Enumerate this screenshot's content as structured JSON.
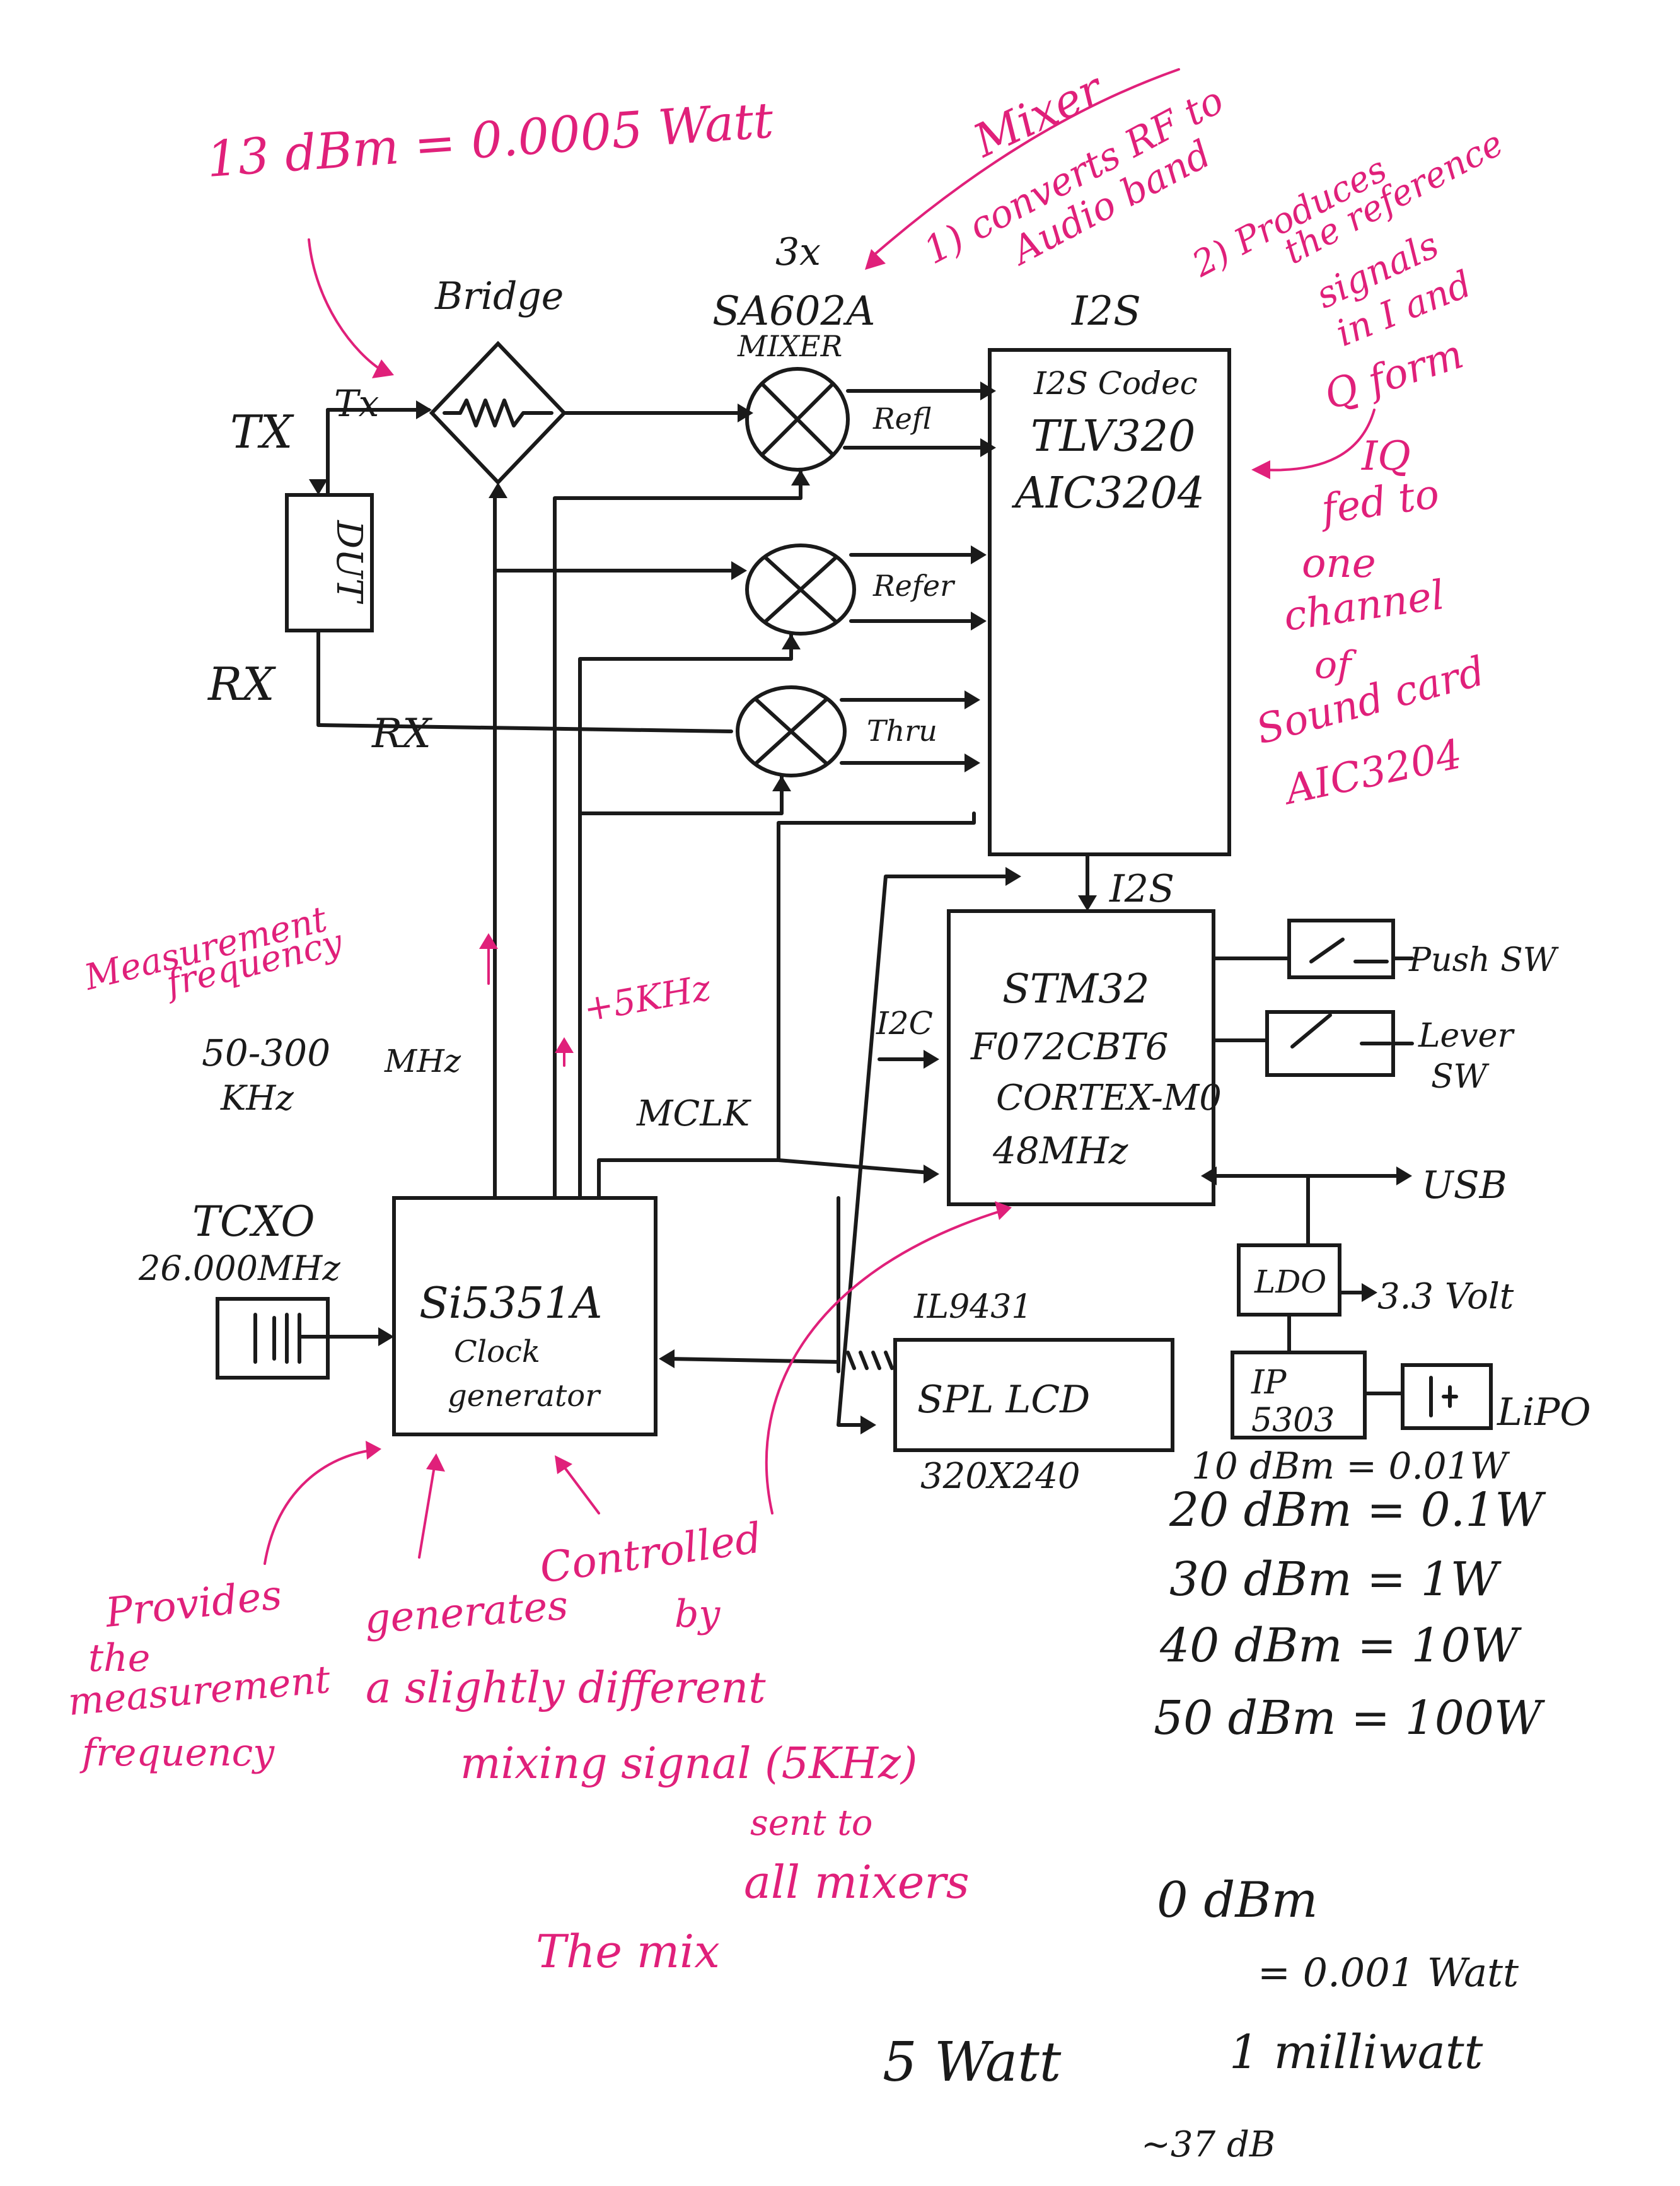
{
  "blocks": {
    "tx": "TX",
    "tx_line": "Tx",
    "rx": "RX",
    "rx_line": "RX",
    "dut": "DUT",
    "bridge": "Bridge",
    "mixer_count": "3x",
    "mixer_part": "SA602A",
    "mixer_word": "MIXER",
    "mixer_refl": "Refl",
    "mixer_refer": "Refer",
    "mixer_thru": "Thru",
    "i2s_top": "I2S",
    "codec_type": "I2S Codec",
    "codec_part1": "TLV320",
    "codec_part2": "AIC3204",
    "i2s_mid": "I2S",
    "mcu_line1": "STM32",
    "mcu_line2": "F072CBT6",
    "mcu_line3": "CORTEX-M0",
    "mcu_line4": "48MHz",
    "i2c": "I2C",
    "mclk": "MCLK",
    "push_sw": "Push SW",
    "lever_sw_1": "Lever",
    "lever_sw_2": "SW",
    "usb": "USB",
    "ldo": "LDO",
    "volt": "3.3 Volt",
    "ip_1": "IP",
    "ip_2": "5303",
    "lipo": "LiPO",
    "tcxo": "TCXO",
    "tcxo_freq": "26.000MHz",
    "clock_1": "Si5351A",
    "clock_2": "Clock",
    "clock_3": "generator",
    "lcd_ctrl": "IL9431",
    "lcd": "SPL LCD",
    "lcd_res": "320X240",
    "freq_range_1": "50-300",
    "freq_range_unit": "MHz",
    "freq_range_2": "KHz"
  },
  "power_table": [
    "10 dBm = 0.01W",
    "20 dBm = 0.1W",
    "30 dBm = 1W",
    "40 dBm = 10W",
    "50 dBm = 100W"
  ],
  "notes_ink": {
    "zero_dbm": "0 dBm",
    "zero_dbm_eq": "= 0.001 Watt",
    "milliwatt": "1 milliwatt",
    "five_watt": "5 Watt",
    "bottom_frag": "~37 dB"
  },
  "annotations": {
    "dbm_note": "13 dBm = 0.0005 Watt",
    "mixer_note_1": "Mixer",
    "mixer_note_2": "1) converts RF to",
    "mixer_note_3": "Audio band",
    "ref_note_1": "2) Produces",
    "ref_note_2": "the reference",
    "ref_note_3": "signals",
    "ref_note_4": "in I and",
    "ref_note_5": "Q form",
    "iq_note_1": "IQ",
    "iq_note_2": "fed to",
    "iq_note_3": "one",
    "iq_note_4": "channel",
    "iq_note_5": "of",
    "iq_note_6": "Sound card",
    "iq_note_7": "AIC3204",
    "meas_1": "Measurement",
    "meas_2": "frequency",
    "five_khz": "+5KHz",
    "provides_1": "Provides",
    "provides_2": "the",
    "provides_3": "measurement",
    "provides_4": "frequency",
    "generates_1": "generates",
    "generates_2": "a slightly different",
    "generates_3": "mixing signal (5KHz)",
    "generates_4": "sent to",
    "generates_5": "all mixers",
    "generates_6": "The mix",
    "controlled_1": "Controlled",
    "controlled_2": "by"
  },
  "colors": {
    "ink": "#1a1a1a",
    "annotation": "#e0207a",
    "paper": "#ffffff"
  }
}
